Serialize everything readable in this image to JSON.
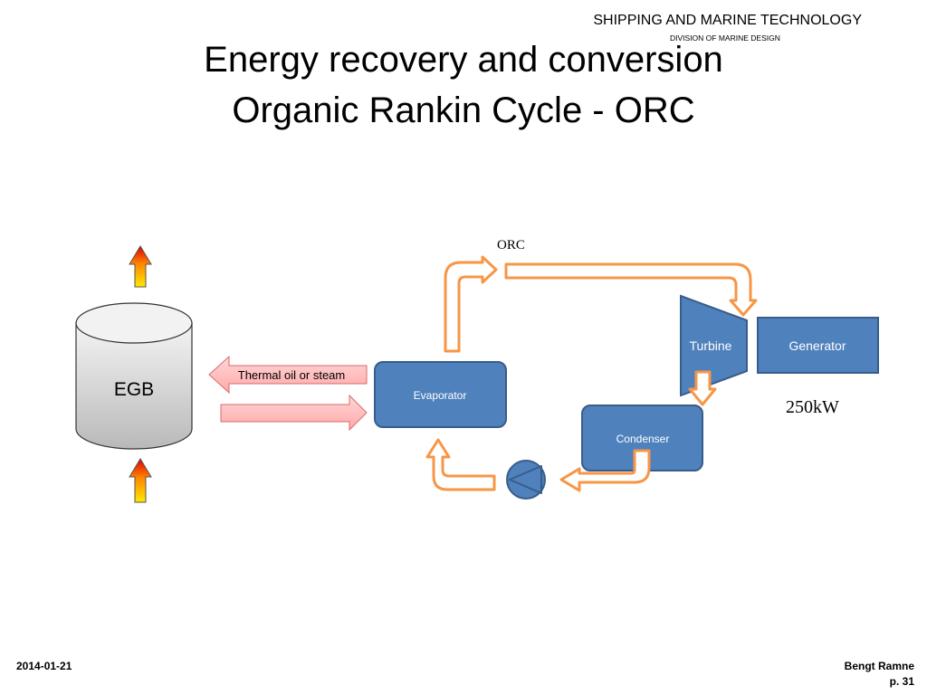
{
  "header": {
    "organization": "SHIPPING AND MARINE TECHNOLOGY",
    "division": "DIVISION OF MARINE DESIGN"
  },
  "title": {
    "line1": "Energy recovery and conversion",
    "line2": "Organic Rankin Cycle - ORC"
  },
  "diagram": {
    "egb_label": "EGB",
    "thermal_arrow_label": "Thermal oil or steam",
    "orc_label": "ORC",
    "evaporator_label": "Evaporator",
    "turbine_label": "Turbine",
    "generator_label": "Generator",
    "condenser_label": "Condenser",
    "power_output": "250kW"
  },
  "colors": {
    "component_fill": "#4f81bd",
    "component_stroke": "#385d8a",
    "flow_arrow": "#f79646",
    "thermal_arrow": "#ffbcbc"
  },
  "footer": {
    "date": "2014-01-21",
    "author": "Bengt Ramne",
    "page": "p. 31"
  }
}
